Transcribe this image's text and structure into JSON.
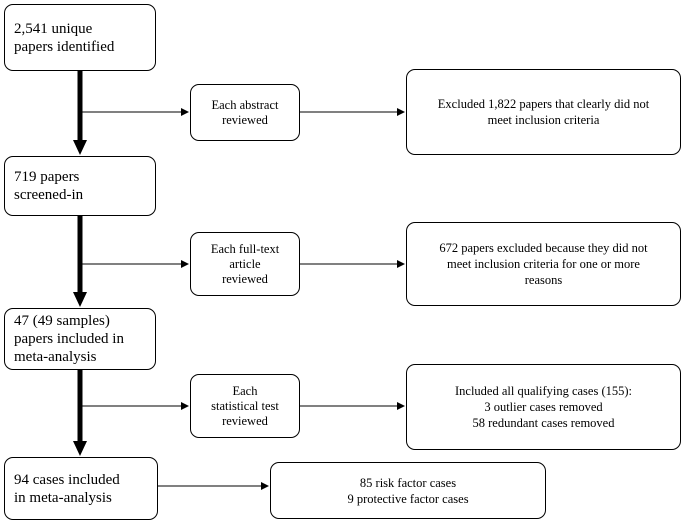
{
  "flow": {
    "stage1": "2,541 unique\npapers identified",
    "step1": "Each abstract\nreviewed",
    "result1": "Excluded  1,822 papers that clearly did not\nmeet inclusion  criteria",
    "stage2": "719 papers\nscreened-in",
    "step2": "Each full-text\narticle\nreviewed",
    "result2": "672 papers excluded  because they did not\nmeet inclusion  criteria  for one or more\nreasons",
    "stage3": "47 (49 samples)\npapers included in\nmeta-analysis",
    "step3": "Each\nstatistical test\nreviewed",
    "result3": "Included all qualifying cases (155):\n3 outlier  cases removed\n58 redundant  cases removed",
    "stage4": "94 cases included\nin meta-analysis",
    "result4": "85 risk factor cases\n9 protective factor cases"
  }
}
